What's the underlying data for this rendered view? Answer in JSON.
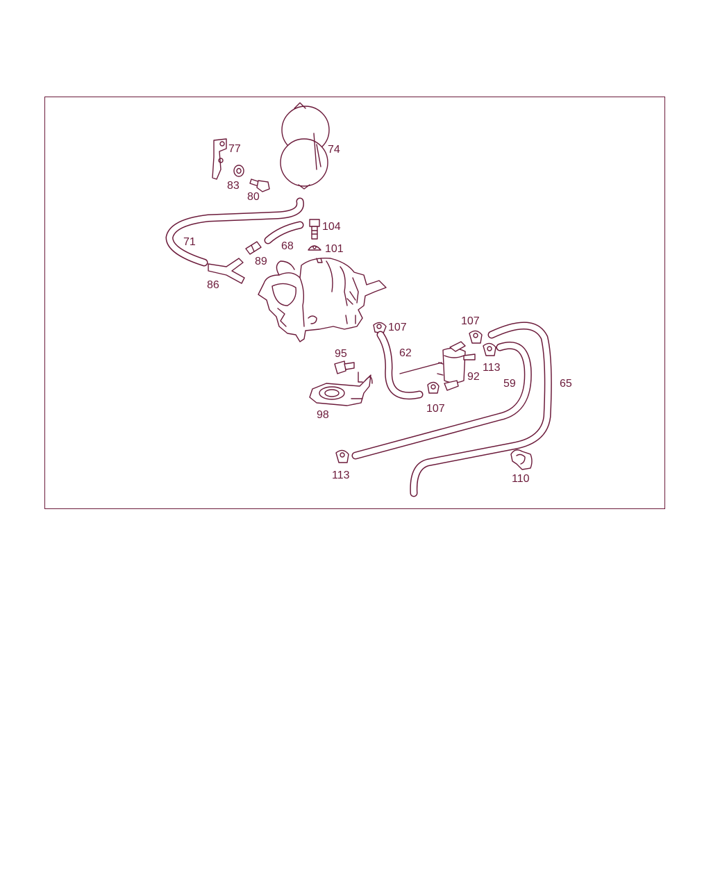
{
  "colors": {
    "line": "#6b1a3a",
    "background": "#ffffff"
  },
  "labels": {
    "p74": "74",
    "p77": "77",
    "p83": "83",
    "p80": "80",
    "p104": "104",
    "p71": "71",
    "p68": "68",
    "p101": "101",
    "p89": "89",
    "p86": "86",
    "p107a": "107",
    "p107b": "107",
    "p107c": "107",
    "p62": "62",
    "p95": "95",
    "p113a": "113",
    "p92": "92",
    "p59": "59",
    "p65": "65",
    "p98": "98",
    "p113b": "113",
    "p110": "110"
  }
}
